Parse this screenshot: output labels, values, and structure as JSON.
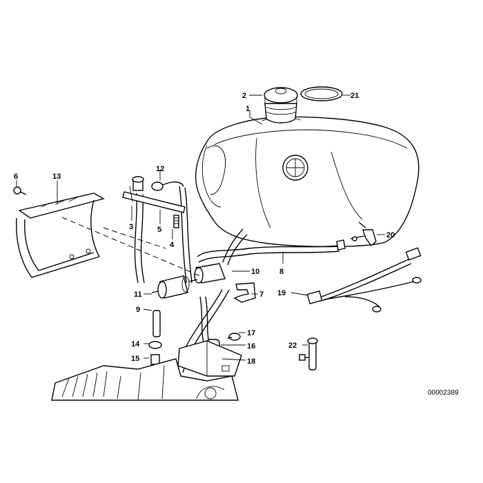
{
  "diagram": {
    "reference_code": "00002389",
    "callouts": [
      {
        "id": "1",
        "label": "1"
      },
      {
        "id": "2",
        "label": "2"
      },
      {
        "id": "3",
        "label": "3"
      },
      {
        "id": "4",
        "label": "4"
      },
      {
        "id": "5",
        "label": "5"
      },
      {
        "id": "6",
        "label": "6"
      },
      {
        "id": "7",
        "label": "7"
      },
      {
        "id": "8",
        "label": "8"
      },
      {
        "id": "9",
        "label": "9"
      },
      {
        "id": "10",
        "label": "10"
      },
      {
        "id": "11",
        "label": "11"
      },
      {
        "id": "12",
        "label": "12"
      },
      {
        "id": "13",
        "label": "13"
      },
      {
        "id": "14",
        "label": "14"
      },
      {
        "id": "15",
        "label": "15"
      },
      {
        "id": "16",
        "label": "16"
      },
      {
        "id": "17",
        "label": "17"
      },
      {
        "id": "18",
        "label": "18"
      },
      {
        "id": "19",
        "label": "19"
      },
      {
        "id": "20",
        "label": "20"
      },
      {
        "id": "21",
        "label": "21"
      },
      {
        "id": "22",
        "label": "22"
      }
    ]
  }
}
